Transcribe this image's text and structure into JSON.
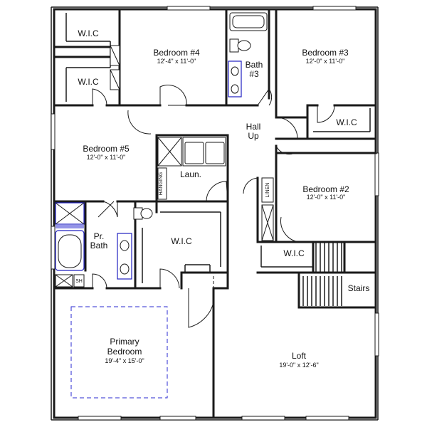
{
  "rooms": {
    "wic_top": "W.I.C",
    "wic_mid": "W.I.C",
    "bedroom4": {
      "name": "Bedroom #4",
      "dims": "12'-4\" x 11'-0\""
    },
    "bath3": {
      "line1": "Bath",
      "line2": "#3"
    },
    "bedroom3": {
      "name": "Bedroom #3",
      "dims": "12'-0\" x 11'-0\""
    },
    "wic_bed3": "W.I.C",
    "hall": {
      "line1": "Hall",
      "line2": "Up"
    },
    "bedroom5": {
      "name": "Bedroom #5",
      "dims": "12'-0\" x 11'-0\""
    },
    "laundry": "Laun.",
    "hanging": "HANGING",
    "linen": "LINEN",
    "bedroom2": {
      "name": "Bedroom #2",
      "dims": "12'-0\" x 11'-0\""
    },
    "pr_bath": {
      "line1": "Pr.",
      "line2": "Bath"
    },
    "wic_primary": "W.I.C",
    "wic_bed2": "W.I.C",
    "stairs": "Stairs",
    "sh": "SH",
    "primary": {
      "line1": "Primary",
      "line2": "Bedroom",
      "dims": "19'-4\" x 15'-0\""
    },
    "loft": {
      "name": "Loft",
      "dims": "19'-0\" x 12'-6\""
    }
  }
}
